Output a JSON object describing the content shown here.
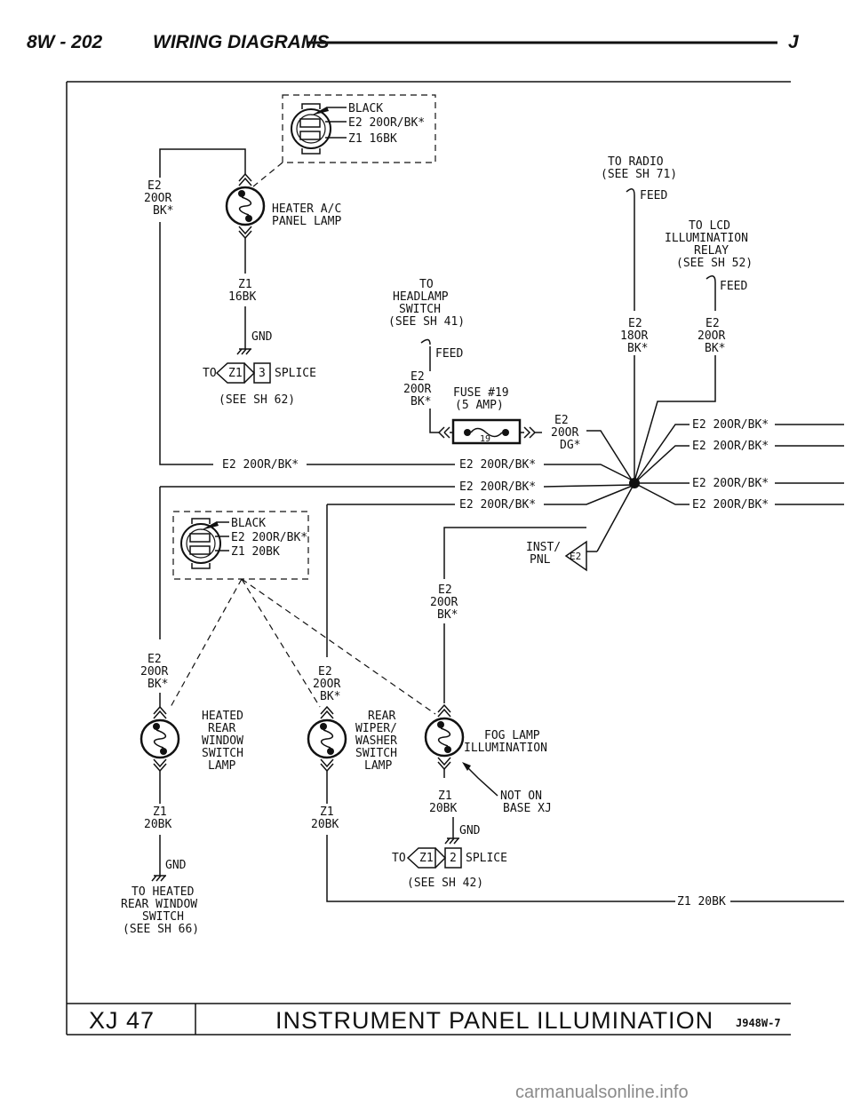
{
  "header": {
    "page": "8W - 202",
    "title": "WIRING DIAGRAMS",
    "code": "J"
  },
  "footer": {
    "sheet": "XJ 47",
    "title": "INSTRUMENT PANEL ILLUMINATION",
    "figure": "J948W-7"
  },
  "watermark": "carmanualsonline.info",
  "top_connector": {
    "black": "BLACK",
    "circuit1": "E2 20OR/BK*",
    "circuit2": "Z1 16BK"
  },
  "heater_lamp": {
    "line1": "HEATER A/C",
    "line2": "PANEL LAMP",
    "wire_e2": [
      "E2",
      "20OR",
      "BK*"
    ],
    "wire_z1": [
      "Z1",
      "16BK"
    ]
  },
  "gnd1": {
    "gnd": "GND",
    "to": "TO",
    "splice_id": "Z1",
    "splice_no": "3",
    "splice": "SPLICE",
    "see": "(SEE SH 62)"
  },
  "headlamp": {
    "lines": [
      "TO",
      "HEADLAMP",
      "SWITCH",
      "(SEE SH 41)"
    ],
    "feed": "FEED",
    "wire": [
      "E2",
      "20OR",
      "BK*"
    ]
  },
  "fuse": {
    "line1": "FUSE #19",
    "line2": "(5 AMP)",
    "number": "19"
  },
  "fuse_out": [
    "E2",
    "20OR",
    "DG*"
  ],
  "radio": {
    "lines": [
      "TO RADIO",
      "(SEE SH 71)"
    ],
    "feed": "FEED",
    "wire": [
      "E2",
      "18OR",
      "BK*"
    ]
  },
  "lcd": {
    "lines": [
      "TO LCD",
      "ILLUMINATION",
      "RELAY",
      "(SEE SH 52)"
    ],
    "feed": "FEED",
    "wire": [
      "E2",
      "20OR",
      "BK*"
    ]
  },
  "bus_labels": {
    "left_top": "E2 20OR/BK*",
    "mid_1": "E2 20OR/BK*",
    "mid_2": "E2 20OR/BK*",
    "mid_3": "E2 20OR/BK*",
    "right_1": "E2 20OR/BK*",
    "right_2": "E2 20OR/BK*",
    "right_3": "E2 20OR/BK*",
    "right_4": "E2 20OR/BK*"
  },
  "inst_pnl": {
    "line1": "INST/",
    "line2": "PNL",
    "id": "E2"
  },
  "mid_connector": {
    "black": "BLACK",
    "circuit1": "E2 20OR/BK*",
    "circuit2": "Z1 20BK"
  },
  "fog_e2_wire": [
    "E2",
    "20OR",
    "BK*"
  ],
  "rear_window": {
    "lines": [
      "HEATED",
      "REAR",
      "WINDOW",
      "SWITCH",
      "LAMP"
    ],
    "wire_e2": [
      "E2",
      "20OR",
      "BK*"
    ],
    "wire_z1": [
      "Z1",
      "20BK"
    ],
    "gnd": "GND",
    "to": [
      "TO HEATED",
      "REAR WINDOW",
      "SWITCH",
      "(SEE SH 66)"
    ]
  },
  "rear_wiper": {
    "lines": [
      "REAR",
      "WIPER/",
      "WASHER",
      "SWITCH",
      "LAMP"
    ],
    "wire_e2": [
      "E2",
      "20OR",
      "BK*"
    ],
    "wire_z1": [
      "Z1",
      "20BK"
    ]
  },
  "fog": {
    "lines": [
      "FOG LAMP",
      "ILLUMINATION"
    ],
    "wire_z1": [
      "Z1",
      "20BK"
    ],
    "note": [
      "NOT ON",
      "BASE XJ"
    ],
    "gnd": "GND",
    "to": "TO",
    "splice_id": "Z1",
    "splice_no": "2",
    "splice": "SPLICE",
    "see": "(SEE SH 42)"
  },
  "ground_bus": "Z1 20BK"
}
